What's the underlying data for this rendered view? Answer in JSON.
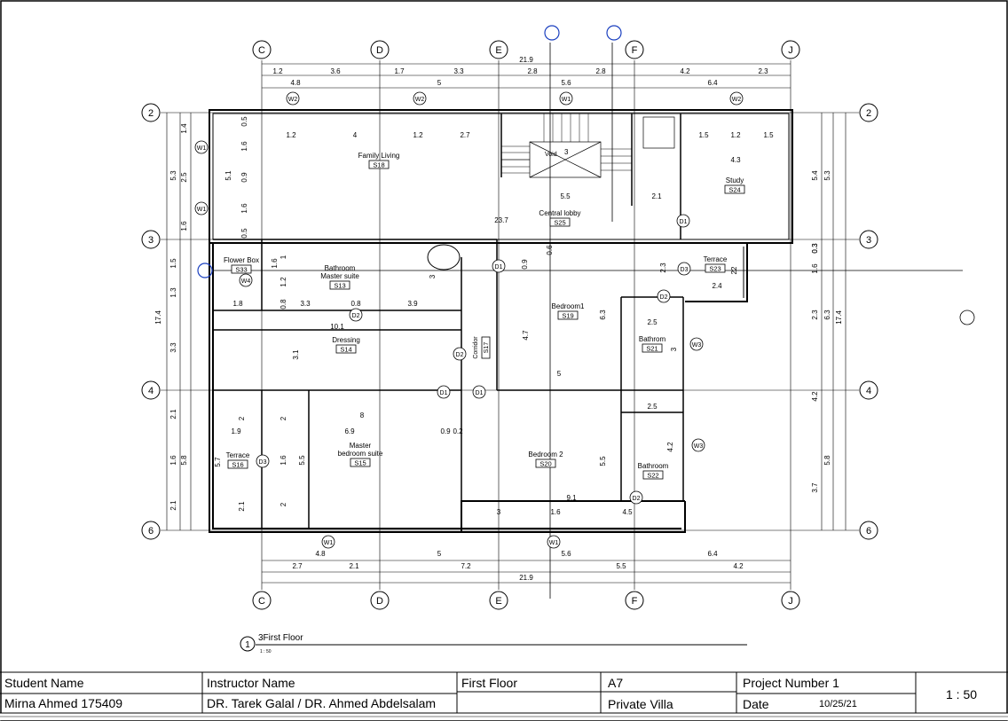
{
  "grid": {
    "columns": [
      "C",
      "D",
      "E",
      "F",
      "J"
    ],
    "rows": [
      "2",
      "3",
      "4",
      "6"
    ]
  },
  "dims_top": {
    "overall": "21.9",
    "row1": [
      "1.2",
      "3.6",
      "1.7",
      "3.3",
      "2.8",
      "2.8",
      "4.2",
      "2.3"
    ],
    "row2": [
      "4.8",
      "5",
      "5.6",
      "6.4"
    ]
  },
  "dims_bottom": {
    "row1": [
      "4.8",
      "5",
      "5.6",
      "6.4"
    ],
    "row2": [
      "2.7",
      "2.1",
      "7.2",
      "5.5",
      "4.2"
    ],
    "overall": "21.9"
  },
  "dims_left": {
    "outer": "17.4",
    "mid": [
      "5.3",
      "1.5",
      "1.3",
      "3.3",
      "2.1",
      "1.6",
      "2.1"
    ],
    "mid2": [
      "1.4",
      "2.5",
      "1.6",
      "5.8"
    ],
    "inner": [
      "5.1"
    ],
    "inner2": [
      "0.5",
      "1.6",
      "0.9",
      "1.6",
      "0.5"
    ]
  },
  "dims_right": {
    "outer": "17.4",
    "a": [
      "5.3",
      "6.3",
      "5.8"
    ],
    "b": [
      "5.4",
      "0.3",
      "1.6",
      "2.3",
      "4.2",
      "3.7"
    ]
  },
  "rooms": [
    {
      "name": "Family Living",
      "tag": "S18"
    },
    {
      "name": "Study",
      "tag": "S24"
    },
    {
      "name": "Central lobby",
      "tag": "S25"
    },
    {
      "name": "Flower Box",
      "tag": "S33"
    },
    {
      "name": "Bathroom\nMaster suite",
      "tag": "S13"
    },
    {
      "name": "Dressing",
      "tag": "S14"
    },
    {
      "name": "Corridor",
      "tag": "S17"
    },
    {
      "name": "Bedroom1",
      "tag": "S19"
    },
    {
      "name": "Terrace",
      "tag": "S23"
    },
    {
      "name": "Bathrom",
      "tag": "S21"
    },
    {
      "name": "Terrace",
      "tag": "S16"
    },
    {
      "name": "Master\nbedroom suite",
      "tag": "S15"
    },
    {
      "name": "Bedroom 2",
      "tag": "S20"
    },
    {
      "name": "Bathroom",
      "tag": "S22"
    }
  ],
  "labels": {
    "void": "Void",
    "stair_number": "3",
    "lobby_dim": "23.7",
    "dressing_dim": "10.1",
    "view_number": "1",
    "view_title": "3First Floor",
    "view_scale": "1 : 50"
  },
  "tags": {
    "windows": [
      "W1",
      "W2",
      "W3",
      "W4"
    ],
    "doors": [
      "D1",
      "D2",
      "D3"
    ]
  },
  "interior_dims": [
    "1.2",
    "4",
    "1.2",
    "2.7",
    "1.5",
    "1.2",
    "1.5",
    "4.3",
    "5.5",
    "2.1",
    "1.8",
    "3.3",
    "0.8",
    "3.9",
    "1",
    "1.2",
    "0.8",
    "3",
    "3.1",
    "4.7",
    "6.3",
    "5",
    "2.5",
    "2.5",
    "8",
    "6.9",
    "0.9",
    "0.2",
    "1.9",
    "2",
    "2",
    "1.6",
    "5.5",
    "2",
    "2.1",
    "9.1",
    "3",
    "1.6",
    "4.5",
    "5.5",
    "2.4",
    "2.3",
    "22",
    "0.6",
    "0.9",
    "5.7",
    "1.6",
    "3",
    "4.2",
    "0.3"
  ],
  "title_block": {
    "student_label": "Student Name",
    "student_name": "Mirna Ahmed 175409",
    "instructor_label": "Instructor Name",
    "instructor_name": "DR. Tarek Galal / DR. Ahmed Abdelsalam",
    "sheet_title": "First Floor",
    "sheet_number": "A7",
    "project_name": "Private Villa",
    "project_number_label": "Project Number 1",
    "date_label": "Date",
    "date_value": "10/25/21",
    "scale": "1 : 50"
  }
}
